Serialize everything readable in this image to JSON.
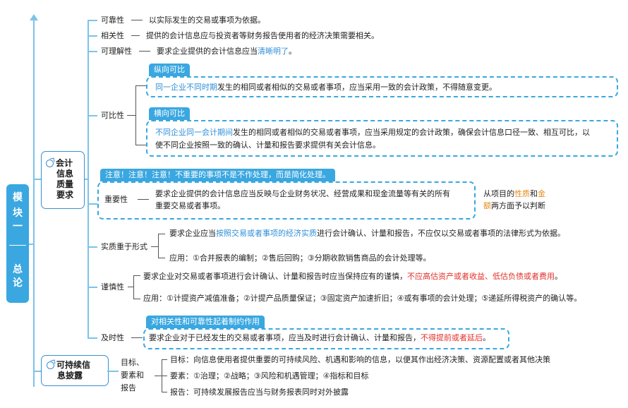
{
  "module": {
    "line1": "模",
    "line2": "块",
    "line3": "一",
    "line4": "总",
    "line5": "论"
  },
  "nodes": {
    "accounting_info_quality": [
      "会计",
      "信息",
      "质量",
      "要求"
    ],
    "sustainability": [
      "可持续信",
      "息披露"
    ]
  },
  "reliability": {
    "label": "可靠性",
    "text": "以实际发生的交易或事项为依据。"
  },
  "relevance": {
    "label": "相关性",
    "text": "提供的会计信息应与投资者等财务报告使用者的经济决策需要相关。"
  },
  "understandability": {
    "label": "可理解性",
    "text_a": "要求企业提供的会计信息应当",
    "text_b": "清晰明了",
    "text_c": "。"
  },
  "comparability": {
    "label": "可比性",
    "vertical": {
      "tag": "纵向可比",
      "hl": "同一企业不同时期",
      "text": "发生的相同或者相似的交易或者事项，应当采用一致的会计政策，不得随意变更。"
    },
    "horizontal": {
      "tag": "横向可比",
      "hl": "不同企业同一会计期间",
      "text1": "发生的相同或者相似的交易或者事项，应当采用规定的会计政策，确保会计信息口径一致、相互可比，以",
      "text2": "使不同企业按照一致的确认、计量和报告要求提供有关会计信息。"
    }
  },
  "materiality": {
    "tag": "注意！注意！注意！不重要的事项不是不作处理，而是简化处理。",
    "label": "重要性",
    "text1": "要求企业提供的会计信息应当反映与企业财务状况、经营成果和现金流量等有关的所有",
    "text2": "重要交易或者事项。",
    "side_a": "从项目的",
    "side_b": "性质",
    "side_c": "和",
    "side_d": "金",
    "side_e": "额",
    "side_f": "两方面予以判断"
  },
  "substance": {
    "label": "实质重于形式",
    "text_a": "要求企业应当",
    "text_b": "按照交易或者事项的经济实质",
    "text_c": "进行会计确认、计量和报告，不应仅以交易或者事项的法律形式为依据。",
    "apply": "应用：①合并报表的编制；②售后回购；③分期收款销售商品的会计处理等。"
  },
  "prudence": {
    "label": "谨慎性",
    "text_a": "要求企业对交易或者事项进行会计确认、计量和报告时应当保持应有的谨慎，",
    "text_b": "不应高估资产或者收益、低估负债或者费用",
    "text_c": "。",
    "apply": "应用：①计提资产减值准备；②计提产品质量保证；③固定资产加速折旧；④或有事项的会计处理；⑤递延所得税资产的确认等。"
  },
  "timeliness": {
    "tag": "对相关性和可靠性起着制约作用",
    "label": "及时性",
    "text_a": "要求企业对于已经发生的交易或者事项，应当及时进行会计确认、计量和报告，",
    "text_b": "不得提前或者延后",
    "text_c": "。"
  },
  "disclosure": {
    "cat1": "目标、",
    "cat2": "要素和",
    "cat3": "报告",
    "goal": "目标：向信息使用者提供重要的可持续风险、机遇和影响的信息，以便其作出经济决策、资源配置或者其他决策",
    "elements": "要素：①治理；②战略；③风险和机遇管理；④指标和目标",
    "report": "报告：可持续发展报告应当与财务报表同时对外披露"
  },
  "colors": {
    "accent": "#3aa7e0",
    "highlight_red": "#e0302a",
    "highlight_blue": "#2f8fd8",
    "highlight_orange": "#e58a17"
  }
}
